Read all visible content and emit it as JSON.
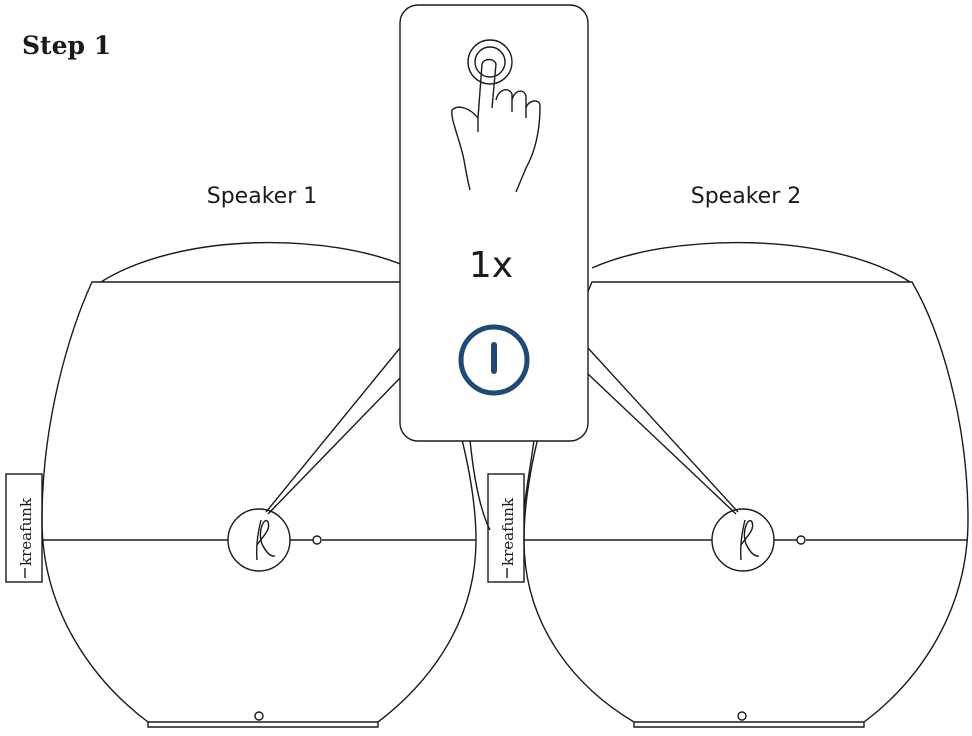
{
  "title": "Step 1",
  "speakers": [
    {
      "label": "Speaker 1",
      "brand": "kreafunk"
    },
    {
      "label": "Speaker 2",
      "brand": "kreafunk"
    }
  ],
  "callout": {
    "press_count": "1x",
    "gesture_icon": "press-finger-icon",
    "button_icon": "power-button-icon"
  },
  "colors": {
    "line": "#1a1a1a",
    "power_button": "#1f4a73",
    "background": "#ffffff"
  }
}
